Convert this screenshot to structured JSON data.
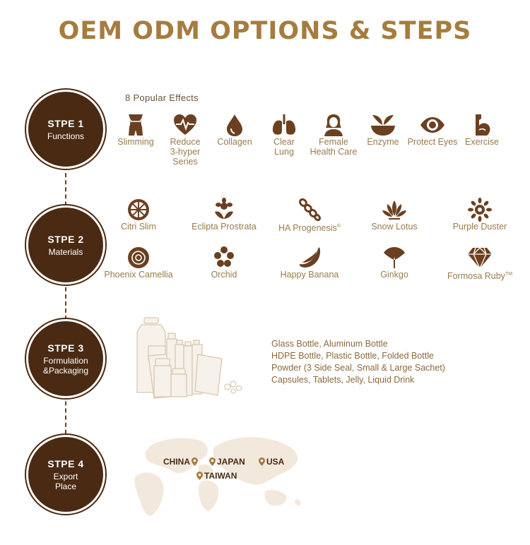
{
  "title": "OEM ODM OPTIONS & STEPS",
  "colors": {
    "brand": "#a67c3d",
    "circle": "#4a2a12",
    "text": "#9a7a4c"
  },
  "steps": [
    {
      "title": "STPE 1",
      "subtitle": [
        "Functions"
      ]
    },
    {
      "title": "STPE 2",
      "subtitle": [
        "Materials"
      ]
    },
    {
      "title": "STPE 3",
      "subtitle": [
        "Formulation",
        "&Packaging"
      ]
    },
    {
      "title": "STPE 4",
      "subtitle": [
        "Export",
        "Place"
      ]
    }
  ],
  "functions": {
    "heading": "8 Popular Effects",
    "items": [
      {
        "label": [
          "Slimming"
        ],
        "icon": "waist-icon"
      },
      {
        "label": [
          "Reduce",
          "3-hyper",
          "Series"
        ],
        "icon": "heart-pulse-icon"
      },
      {
        "label": [
          "Collagen"
        ],
        "icon": "drop-icon"
      },
      {
        "label": [
          "Clear",
          "Lung"
        ],
        "icon": "lungs-icon"
      },
      {
        "label": [
          "Female",
          "Health Care"
        ],
        "icon": "woman-icon"
      },
      {
        "label": [
          "Enzyme"
        ],
        "icon": "bowl-leaf-icon"
      },
      {
        "label": [
          "Protect Eyes"
        ],
        "icon": "eye-icon"
      },
      {
        "label": [
          "Exercise"
        ],
        "icon": "muscle-arm-icon"
      }
    ]
  },
  "materials": {
    "row1": [
      {
        "label": "Citri Slim",
        "sup": "",
        "icon": "citrus-icon"
      },
      {
        "label": "Eclipta Prostrata",
        "sup": "",
        "icon": "flower-icon"
      },
      {
        "label": "HA Progenesis",
        "sup": "®",
        "icon": "chain-icon"
      },
      {
        "label": "Snow Lotus",
        "sup": "",
        "icon": "lotus-icon"
      },
      {
        "label": "Purple Duster",
        "sup": "",
        "icon": "sunflower-icon"
      }
    ],
    "row2": [
      {
        "label": "Phoenix Camellia",
        "sup": "",
        "icon": "camellia-icon"
      },
      {
        "label": "Orchid",
        "sup": "",
        "icon": "orchid-icon"
      },
      {
        "label": "Happy Banana",
        "sup": "",
        "icon": "banana-icon"
      },
      {
        "label": "Ginkgo",
        "sup": "",
        "icon": "ginkgo-leaf-icon"
      },
      {
        "label": "Formosa Ruby",
        "sup": "TM",
        "icon": "diamond-icon"
      }
    ]
  },
  "packaging": {
    "lines": [
      "Glass Bottle, Aluminum Bottle",
      "HDPE Bottle, Plastic Bottle, Folded Bottle",
      "Powder (3 Side Seal, Small & Large Sachet)",
      "Capsules, Tablets, Jelly, Liquid Drink"
    ]
  },
  "export": {
    "cities": [
      "CHINA",
      "JAPAN",
      "USA",
      "TAIWAN"
    ]
  }
}
